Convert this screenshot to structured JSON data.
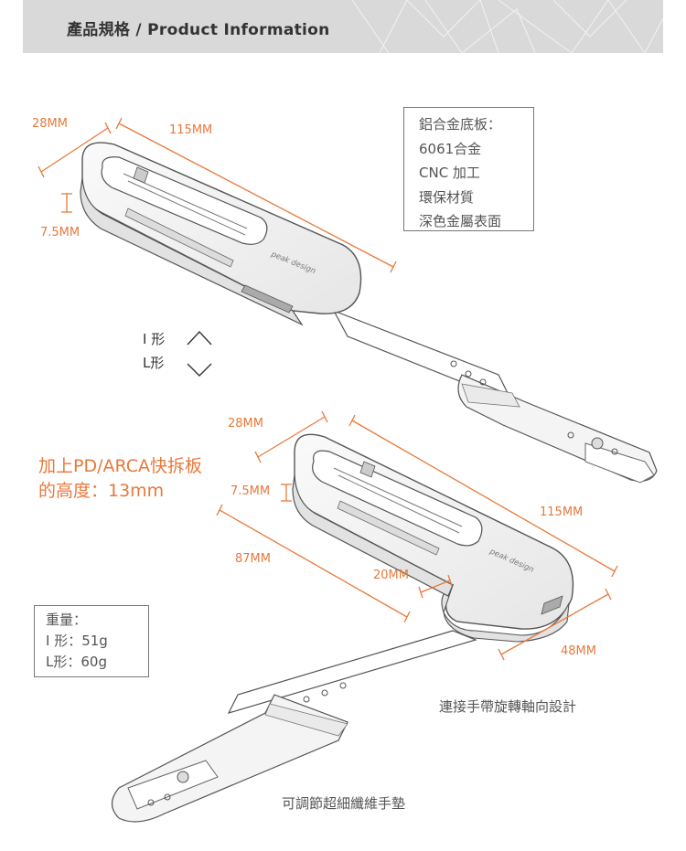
{
  "header": {
    "title": "產品規格 / Product Information"
  },
  "dimensions": {
    "top_width": "28MM",
    "top_length": "115MM",
    "top_thickness": "7.5MM",
    "bottom_width": "28MM",
    "bottom_thickness": "7.5MM",
    "bottom_length": "115MM",
    "bottom_leg_long": "87MM",
    "bottom_leg_short": "20MM",
    "bottom_leg_width": "48MM"
  },
  "spec_box": {
    "lines": [
      "鋁合金底板：",
      "6061合金",
      "CNC 加工",
      "環保材質",
      "深色金屬表面"
    ]
  },
  "shapes": {
    "i_shape": "I 形",
    "l_shape": "L形"
  },
  "arca_note": {
    "line1": "加上PD/ARCA快拆板",
    "line2": "的高度：13mm"
  },
  "weight_box": {
    "lines": [
      "重量：",
      "I 形：51g",
      "L形：60g"
    ]
  },
  "captions": {
    "rotation": "連接手帶旋轉軸向設計",
    "pad": "可調節超細纖維手墊"
  },
  "brand": "peak design",
  "colors": {
    "accent": "#e8793b",
    "header_bg": "#d9d9d9",
    "text": "#555555"
  }
}
